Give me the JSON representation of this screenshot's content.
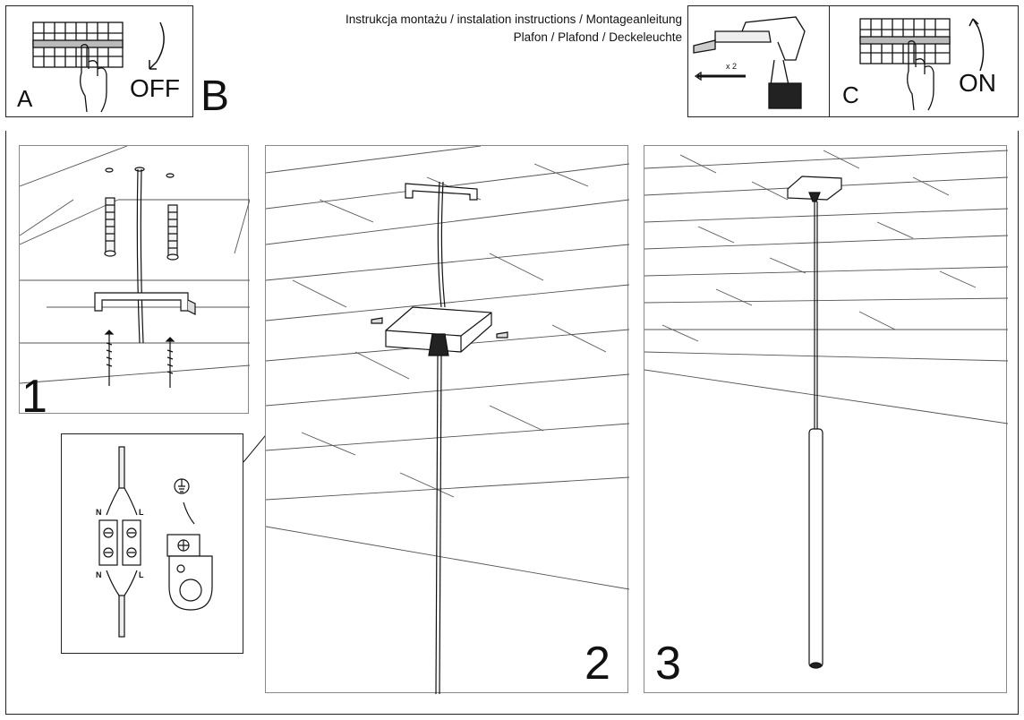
{
  "header": {
    "title_line1": "Instrukcja montażu / instalation instructions / Montageanleitung",
    "title_line2": "Plafon / Plafond / Deckeleuchte"
  },
  "panels": {
    "a": {
      "letter": "A",
      "action": "OFF",
      "icon": "fuse-box-switch-off-icon"
    },
    "b": {
      "letter": "B",
      "icon": "drill-icon",
      "qty": "x 2"
    },
    "c": {
      "letter": "C",
      "action": "ON",
      "icon": "fuse-box-switch-on-icon"
    }
  },
  "steps": [
    {
      "number": "1"
    },
    {
      "number": "2"
    },
    {
      "number": "3"
    }
  ],
  "wiring": {
    "left_top": "N",
    "right_top": "L",
    "left_bottom": "N",
    "right_bottom": "L",
    "ground_icon": "ground-symbol-icon"
  }
}
